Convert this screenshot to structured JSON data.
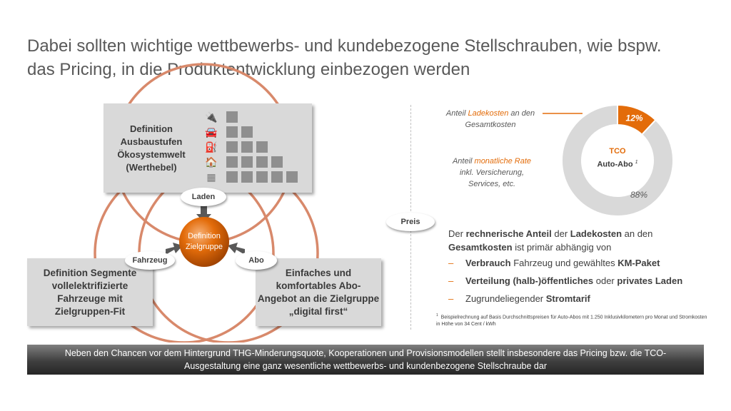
{
  "slide": {
    "title_line1": "Dabei sollten wichtige wettbewerbs- und kundebezogene Stellschrauben, wie bspw.",
    "title_line2": "das Pricing, in die Produktentwicklung einbezogen werden"
  },
  "diagram": {
    "top_box": [
      "Definition",
      "Ausbaustufen",
      "Ökosystemwelt",
      "(Werthebel)"
    ],
    "left_box": [
      "Definition Segmente",
      "vollelektrifizierte",
      "Fahrzeuge mit",
      "Zielgruppen-Fit"
    ],
    "right_box": [
      "Einfaches und",
      "komfortables Abo-",
      "Angebot an die Zielgruppe",
      "„digital first“"
    ],
    "center": [
      "Definition",
      "Zielgruppe"
    ],
    "labels": {
      "laden": "Laden",
      "fahrzeug": "Fahrzeug",
      "abo": "Abo"
    },
    "pyramid_rows": [
      {
        "icon": "plug-icon",
        "glyph": "🔌",
        "count": 1
      },
      {
        "icon": "car-icon",
        "glyph": "🚘",
        "count": 2
      },
      {
        "icon": "charger-icon",
        "glyph": "⛽",
        "count": 3
      },
      {
        "icon": "house-charging-icon",
        "glyph": "🏠",
        "count": 4
      },
      {
        "icon": "solar-panel-icon",
        "glyph": "▦",
        "count": 5
      }
    ],
    "colors": {
      "accent": "#e36c0a",
      "ring": "#d8896b",
      "box": "#d9d9d9",
      "square": "#8f8f8f"
    }
  },
  "price": {
    "label": "Preis",
    "donut": {
      "slices": [
        {
          "label": "12%",
          "value": 12,
          "color": "#e36c0a"
        },
        {
          "label": "88%",
          "value": 88,
          "color": "#d9d9d9"
        }
      ],
      "center_top": "TCO",
      "center_bottom": "Auto-Abo",
      "center_sup": "1"
    },
    "annotation1": {
      "pre": "Anteil ",
      "highlight": "Ladekosten",
      "post": " an den",
      "line2": "Gesamtkosten"
    },
    "annotation2": {
      "pre": "Anteil ",
      "highlight": "monatliche Rate",
      "line2": "inkl. Versicherung,",
      "line3": "Services, etc."
    },
    "paragraph": {
      "t1": "Der ",
      "b1": "rechnerische Anteil",
      "t2": " der ",
      "b2": "Ladekosten",
      "t3": " an den ",
      "b3": "Gesamtkosten",
      "t4": " ist primär abhängig von"
    },
    "bullets": [
      {
        "dash": "–",
        "b1": "Verbrauch",
        "t1": " Fahrzeug und gewähltes ",
        "b2": "KM-Paket",
        "t2": ""
      },
      {
        "dash": "–",
        "b1": "Verteilung (halb-)öffentliches",
        "t1": " oder ",
        "b2": "privates Laden",
        "t2": ""
      },
      {
        "dash": "–",
        "b1": "",
        "t1": "Zugrundeliegender ",
        "b2": "Stromtarif",
        "t2": ""
      }
    ],
    "footnote_mark": "1",
    "footnote": "Beispielrechnung auf Basis Durchschnittspreisen für Auto-Abos mit 1.250 Inklusivkilometern pro Monat und Stromkosten in Höhe von 34 Cent / kWh"
  },
  "banner": {
    "line1": "Neben den Chancen vor dem Hintergrund THG-Minderungsquote, Kooperationen und Provisionsmodellen stellt insbesondere das Pricing bzw. die TCO-",
    "line2": "Ausgestaltung eine ganz wesentliche wettbewerbs- und kundenbezogene Stellschraube dar"
  }
}
